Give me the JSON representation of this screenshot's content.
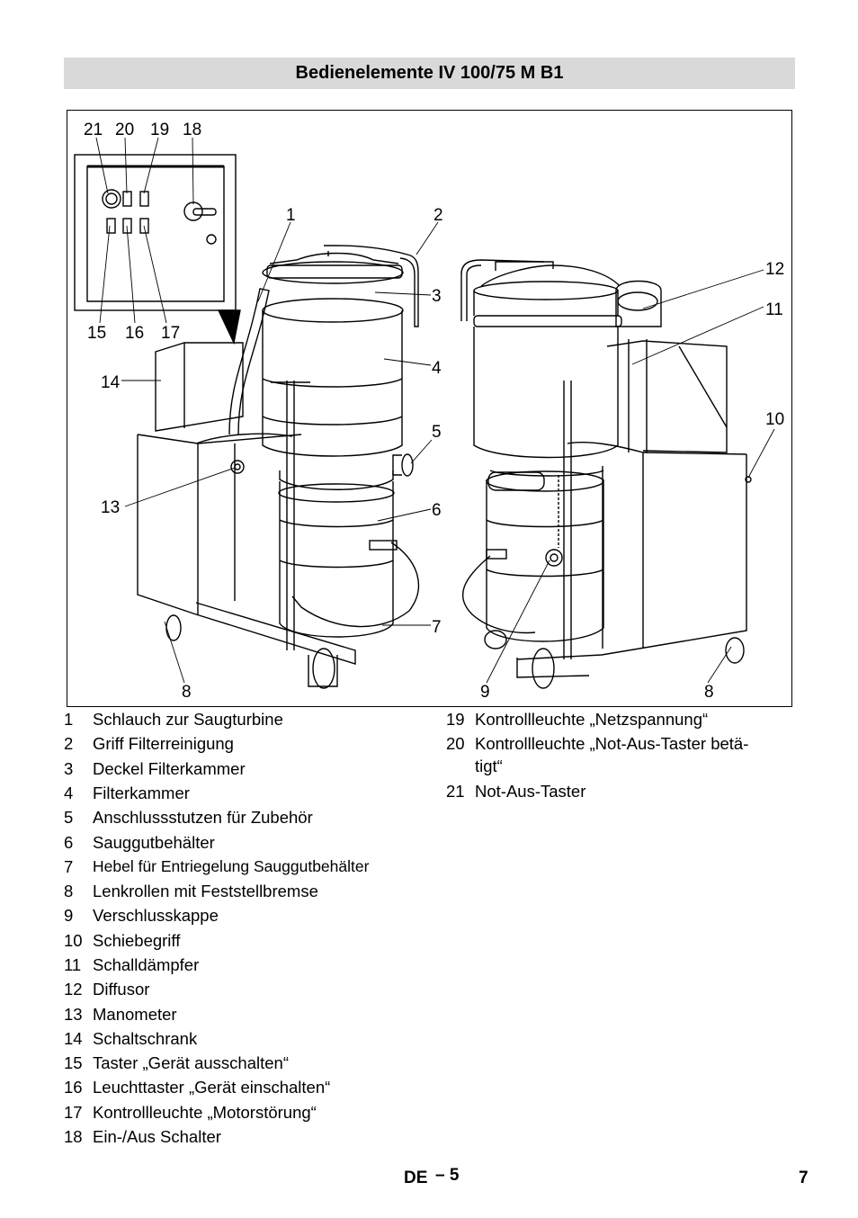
{
  "header": {
    "title": "Bedienelemente IV 100/75 M B1"
  },
  "figure": {
    "callouts": [
      "21",
      "20",
      "19",
      "18",
      "1",
      "2",
      "3",
      "4",
      "5",
      "6",
      "7",
      "8",
      "15",
      "16",
      "17",
      "14",
      "13",
      "12",
      "11",
      "10",
      "9",
      "8"
    ]
  },
  "legend_left": [
    {
      "num": "1",
      "text": "Schlauch zur Saugturbine"
    },
    {
      "num": "2",
      "text": "Griff Filterreinigung"
    },
    {
      "num": "3",
      "text": "Deckel Filterkammer"
    },
    {
      "num": "4",
      "text": "Filterkammer"
    },
    {
      "num": "5",
      "text": "Anschlussstutzen für Zubehör"
    },
    {
      "num": "6",
      "text": "Sauggutbehälter"
    },
    {
      "num": "7",
      "text": "Hebel für Entriegelung Sauggutbehälter"
    },
    {
      "num": "8",
      "text": "Lenkrollen mit Feststellbremse"
    },
    {
      "num": "9",
      "text": "Verschlusskappe"
    },
    {
      "num": "10",
      "text": "Schiebegriff"
    },
    {
      "num": "11",
      "text": "Schalldämpfer"
    },
    {
      "num": "12",
      "text": "Diffusor"
    },
    {
      "num": "13",
      "text": "Manometer"
    },
    {
      "num": "14",
      "text": "Schaltschrank"
    },
    {
      "num": "15",
      "text": "Taster „Gerät ausschalten“"
    },
    {
      "num": "16",
      "text": "Leuchttaster „Gerät einschalten“"
    },
    {
      "num": "17",
      "text": "Kontrollleuchte „Motorstörung“"
    },
    {
      "num": "18",
      "text": "Ein-/Aus Schalter"
    }
  ],
  "legend_right": [
    {
      "num": "19",
      "text": "Kontrollleuchte „Netzspannung“"
    },
    {
      "num": "20",
      "text": "Kontrollleuchte „Not-Aus-Taster betä-"
    },
    {
      "num": "",
      "text": "tigt“"
    },
    {
      "num": "21",
      "text": "Not-Aus-Taster"
    }
  ],
  "footer": {
    "lang": "DE",
    "section_page": "– 5",
    "page_number": "7"
  }
}
